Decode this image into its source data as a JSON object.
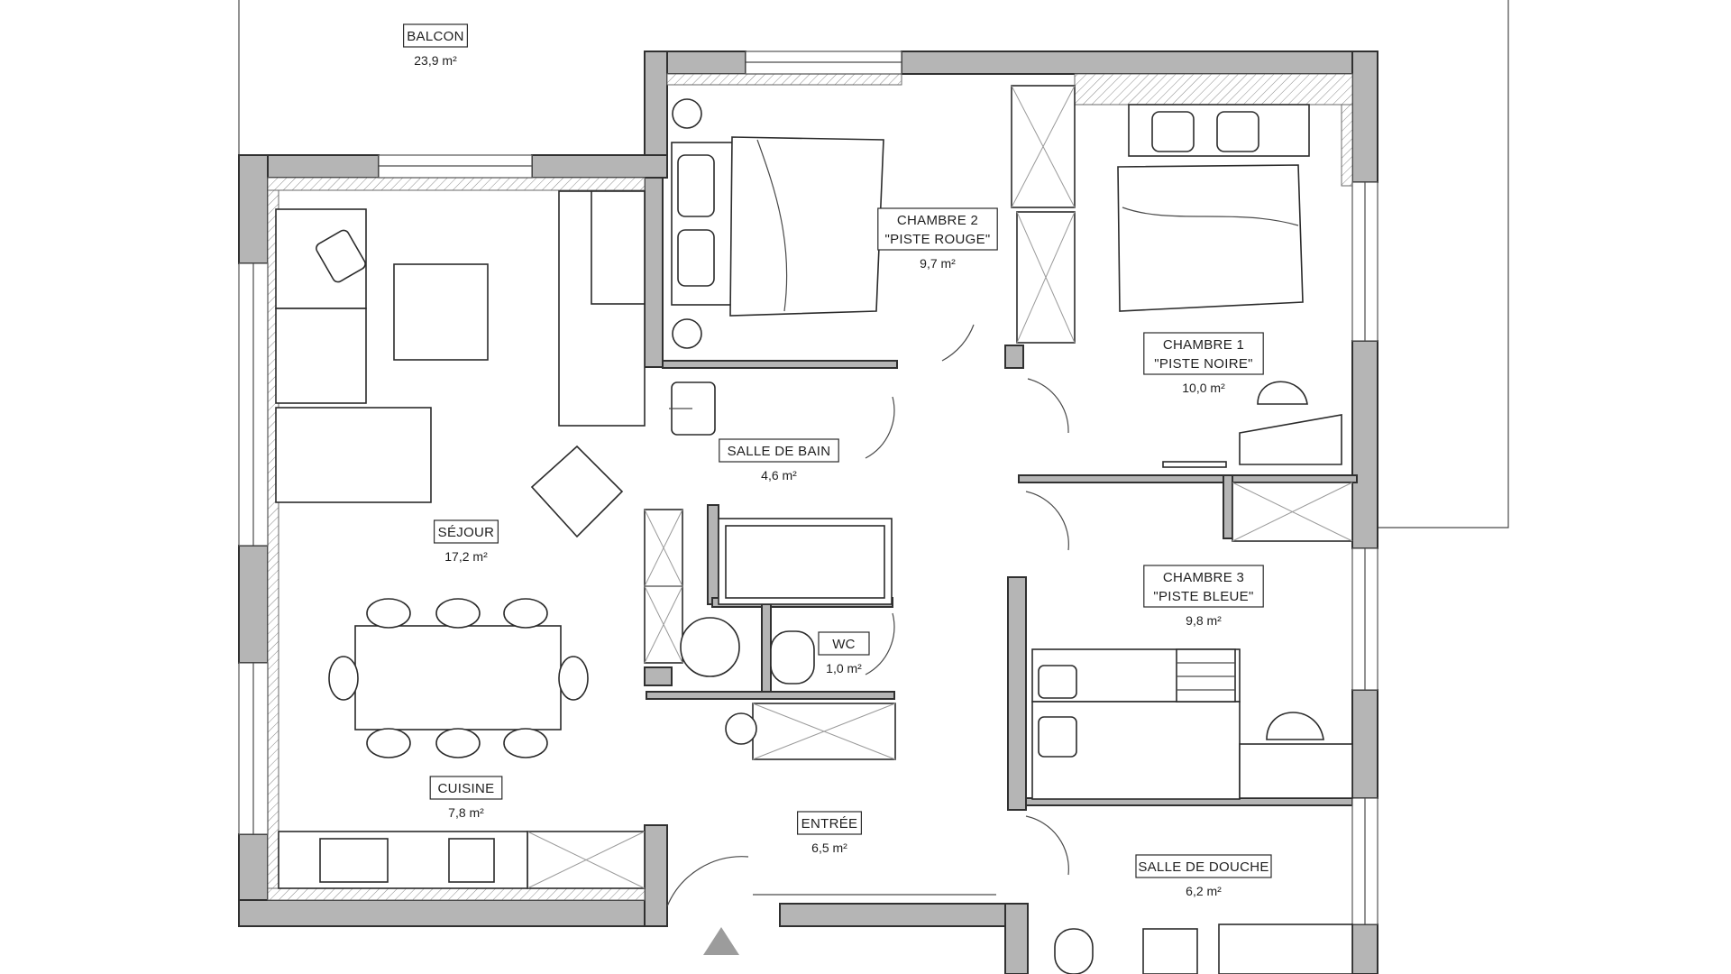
{
  "plan": {
    "rooms": [
      {
        "id": "balcon",
        "name": "BALCON",
        "area": "23,9 m²"
      },
      {
        "id": "chambre-2",
        "name": "CHAMBRE 2",
        "subtitle": "\"PISTE ROUGE\"",
        "area": "9,7 m²"
      },
      {
        "id": "chambre-1",
        "name": "CHAMBRE 1",
        "subtitle": "\"PISTE NOIRE\"",
        "area": "10,0 m²"
      },
      {
        "id": "salle-de-bain",
        "name": "SALLE DE BAIN",
        "area": "4,6 m²"
      },
      {
        "id": "sejour",
        "name": "SÉJOUR",
        "area": "17,2 m²"
      },
      {
        "id": "chambre-3",
        "name": "CHAMBRE 3",
        "subtitle": "\"PISTE BLEUE\"",
        "area": "9,8 m²"
      },
      {
        "id": "wc",
        "name": "WC",
        "area": "1,0 m²"
      },
      {
        "id": "cuisine",
        "name": "CUISINE",
        "area": "7,8 m²"
      },
      {
        "id": "entree",
        "name": "ENTRÉE",
        "area": "6,5 m²"
      },
      {
        "id": "salle-de-douche",
        "name": "SALLE DE DOUCHE",
        "area": "6,2 m²"
      }
    ]
  }
}
